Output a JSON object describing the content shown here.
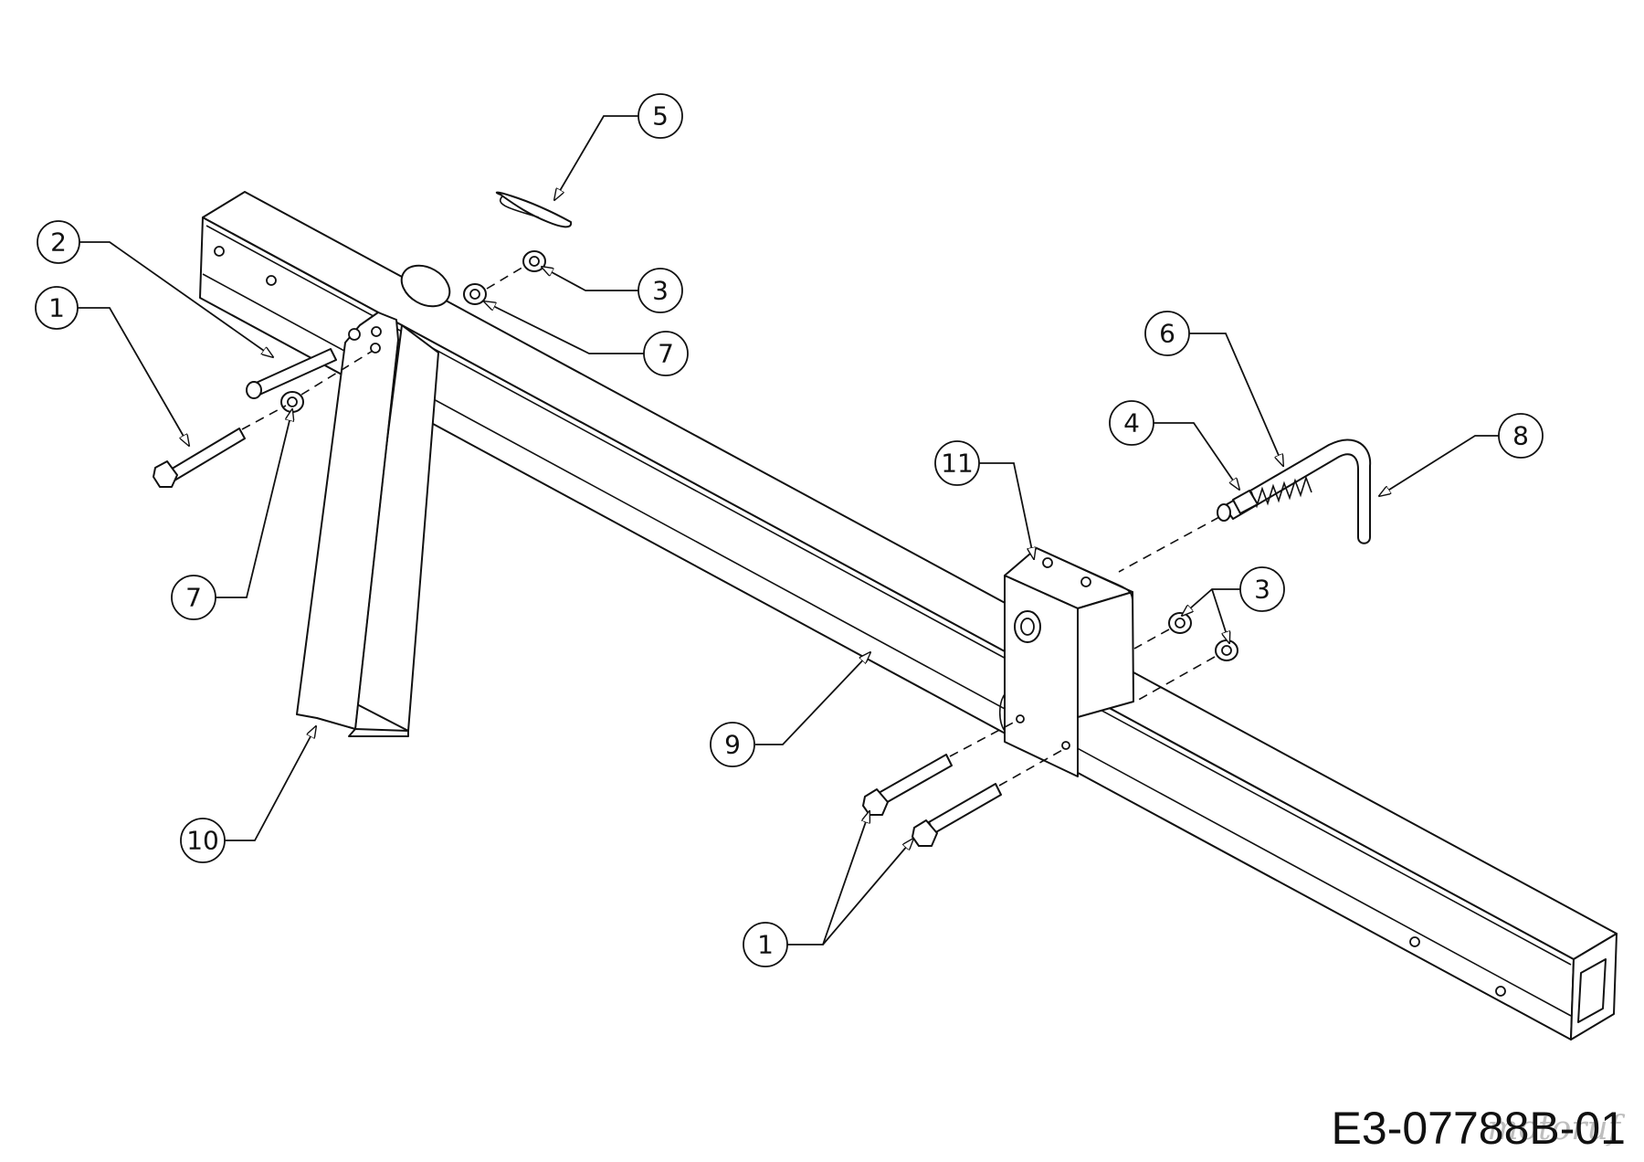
{
  "drawing": {
    "number": "E3-07788B-01",
    "watermark": "motoruf"
  },
  "callouts": [
    {
      "id": "c5",
      "label": "5"
    },
    {
      "id": "c2",
      "label": "2"
    },
    {
      "id": "c3a",
      "label": "3"
    },
    {
      "id": "c1a",
      "label": "1"
    },
    {
      "id": "c7a",
      "label": "7"
    },
    {
      "id": "c6",
      "label": "6"
    },
    {
      "id": "c4",
      "label": "4"
    },
    {
      "id": "c8",
      "label": "8"
    },
    {
      "id": "c11",
      "label": "11"
    },
    {
      "id": "c3b",
      "label": "3"
    },
    {
      "id": "c7b",
      "label": "7"
    },
    {
      "id": "c9",
      "label": "9"
    },
    {
      "id": "c10",
      "label": "10"
    },
    {
      "id": "c1b",
      "label": "1"
    }
  ]
}
